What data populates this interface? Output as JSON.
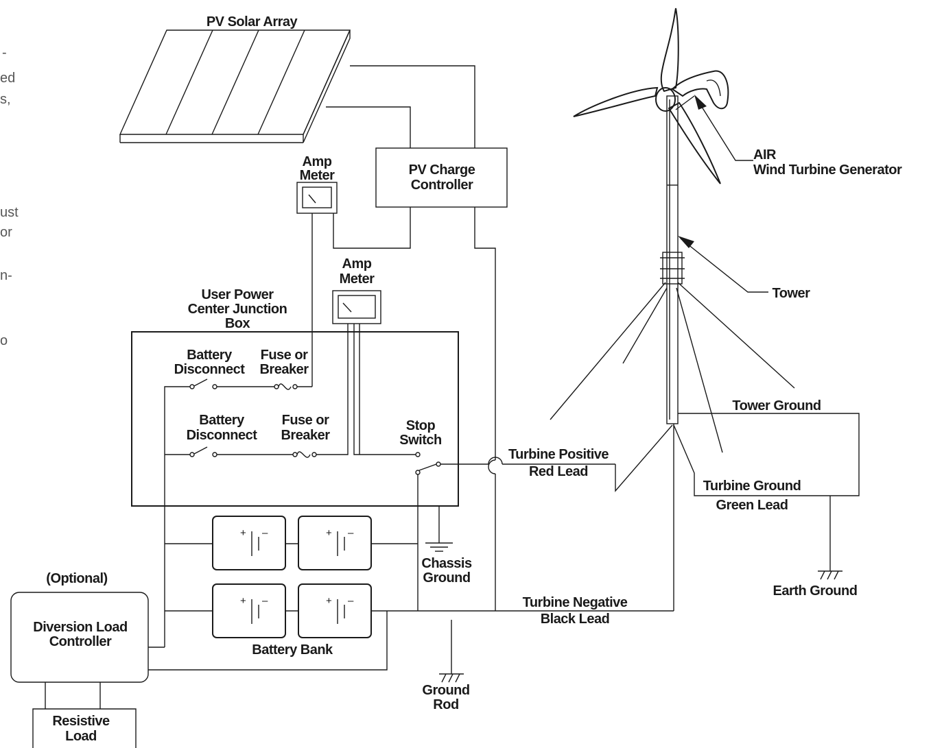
{
  "labels": {
    "pv_solar_array": "PV Solar Array",
    "pv_charge_controller": [
      "PV Charge",
      "Controller"
    ],
    "amp_meter": [
      "Amp",
      "Meter"
    ],
    "user_power_center": [
      "User Power",
      "Center Junction",
      "Box"
    ],
    "battery_disconnect": [
      "Battery",
      "Disconnect"
    ],
    "fuse_or_breaker": [
      "Fuse or",
      "Breaker"
    ],
    "stop_switch": [
      "Stop",
      "Switch"
    ],
    "turbine_positive": [
      "Turbine Positive",
      "Red Lead"
    ],
    "turbine_ground": [
      "Turbine Ground",
      "Green Lead"
    ],
    "tower_ground": "Tower Ground",
    "earth_ground": "Earth Ground",
    "tower": "Tower",
    "air_wind_turbine": [
      "AIR",
      "Wind Turbine Generator"
    ],
    "chassis_ground": [
      "Chassis",
      "Ground"
    ],
    "turbine_negative": [
      "Turbine Negative",
      "Black Lead"
    ],
    "battery_bank": "Battery Bank",
    "optional": "(Optional)",
    "diversion_load_controller": [
      "Diversion Load",
      "Controller"
    ],
    "resistive_load": [
      "Resistive",
      "Load"
    ],
    "ground_rod": [
      "Ground",
      "Rod"
    ],
    "plus": "+",
    "minus": "–"
  },
  "cropped_text_fragments": [
    "-",
    "ed",
    "s,",
    "ust",
    "or",
    "n-",
    "o"
  ]
}
